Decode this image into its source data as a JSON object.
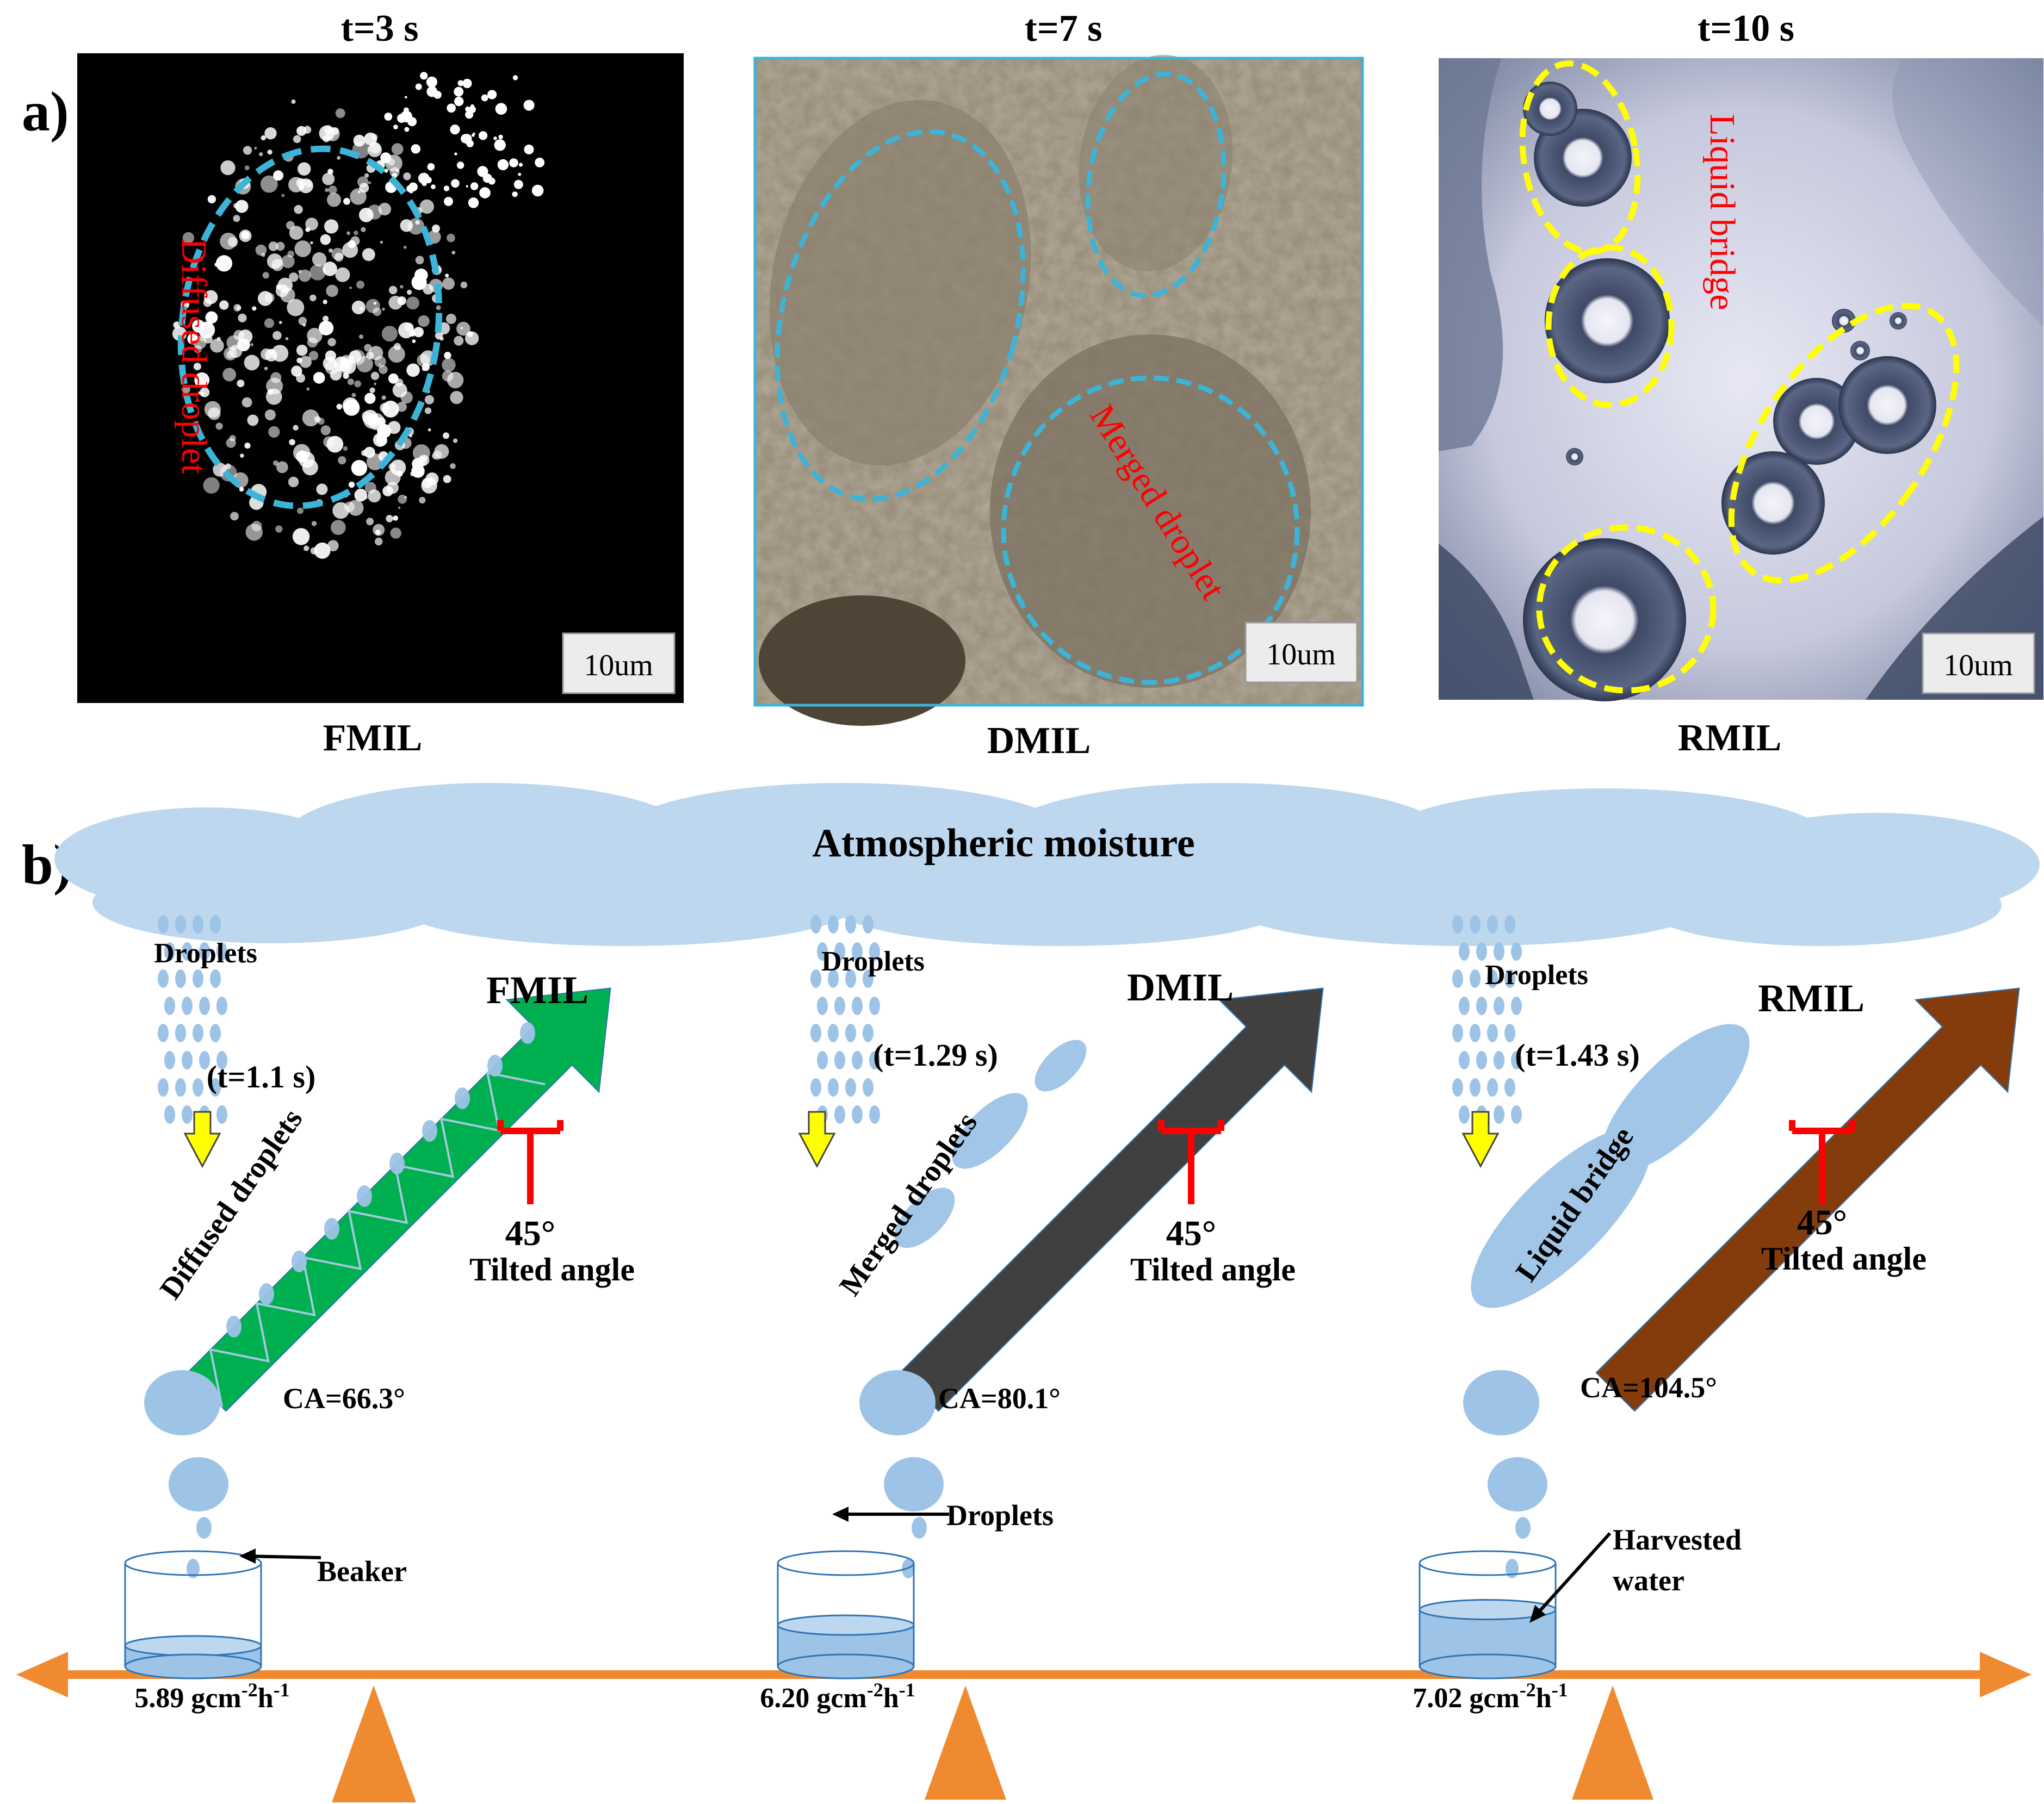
{
  "panel_a": {
    "label": "a)",
    "micrographs": [
      {
        "time": "t=3 s",
        "material": "FMIL",
        "annotation": "Diffused droplet",
        "scale": "10um"
      },
      {
        "time": "t=7 s",
        "material": "DMIL",
        "annotation": "Merged droplet",
        "scale": "10um"
      },
      {
        "time": "t=10 s",
        "material": "RMIL",
        "annotation": "Liquid bridge",
        "scale": "10um"
      }
    ]
  },
  "panel_b": {
    "label": "b)",
    "cloud_label": "Atmospheric moisture",
    "columns": [
      {
        "material": "FMIL",
        "droplets_label": "Droplets",
        "time": "(t=1.1 s)",
        "surface_label": "Diffused droplets",
        "angle": "45°",
        "angle_label": "Tilted angle",
        "ca": "CA=66.3°",
        "rate_value": "5.89 gcm",
        "rate_exp1": "-2",
        "rate_mid": "h",
        "rate_exp2": "-1",
        "color": "#00b050"
      },
      {
        "material": "DMIL",
        "droplets_label": "Droplets",
        "time": "(t=1.29 s)",
        "surface_label": "Merged droplets",
        "angle": "45°",
        "angle_label": "Tilted angle",
        "ca": "CA=80.1°",
        "rate_value": "6.20 gcm",
        "rate_exp1": "-2",
        "rate_mid": "h",
        "rate_exp2": "-1",
        "color": "#404040"
      },
      {
        "material": "RMIL",
        "droplets_label": "Droplets",
        "time": "(t=1.43 s)",
        "surface_label": "Liquid bridge",
        "angle": "45°",
        "angle_label": "Tilted angle",
        "ca": "CA=104.5°",
        "rate_value": "7.02 gcm",
        "rate_exp1": "-2",
        "rate_mid": "h",
        "rate_exp2": "-1",
        "color": "#843c0c"
      }
    ],
    "callouts": {
      "beaker": "Beaker",
      "droplets": "Droplets",
      "harvested_1": "Harvested",
      "harvested_2": "water"
    }
  },
  "colors": {
    "cloud": "#bdd7ee",
    "water": "#9dc3e6",
    "balance": "#f08a30",
    "highlight_blue": "#3cb4d8",
    "highlight_yellow": "#ffff00",
    "annotation_red": "#ff0000"
  }
}
